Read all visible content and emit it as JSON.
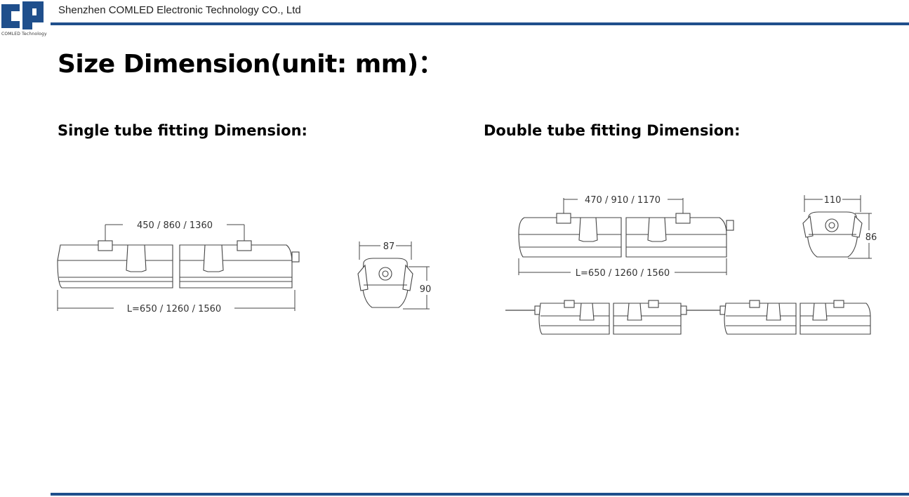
{
  "header": {
    "company": "Shenzhen COMLED Electronic Technology CO., Ltd",
    "logo_caption": "COMLED Technology",
    "brand_color": "#1f4f8c"
  },
  "page": {
    "title": "Size Dimension(unit: mm)："
  },
  "single": {
    "heading": "Single tube fitting Dimension:",
    "mount_spacing": "450 / 860 / 1360",
    "length": "L=650 / 1260 / 1560",
    "width": "87",
    "height": "90"
  },
  "double": {
    "heading": "Double tube fitting Dimension:",
    "mount_spacing": "470 / 910 / 1170",
    "length": "L=650 / 1260 / 1560",
    "width": "110",
    "height": "86"
  }
}
